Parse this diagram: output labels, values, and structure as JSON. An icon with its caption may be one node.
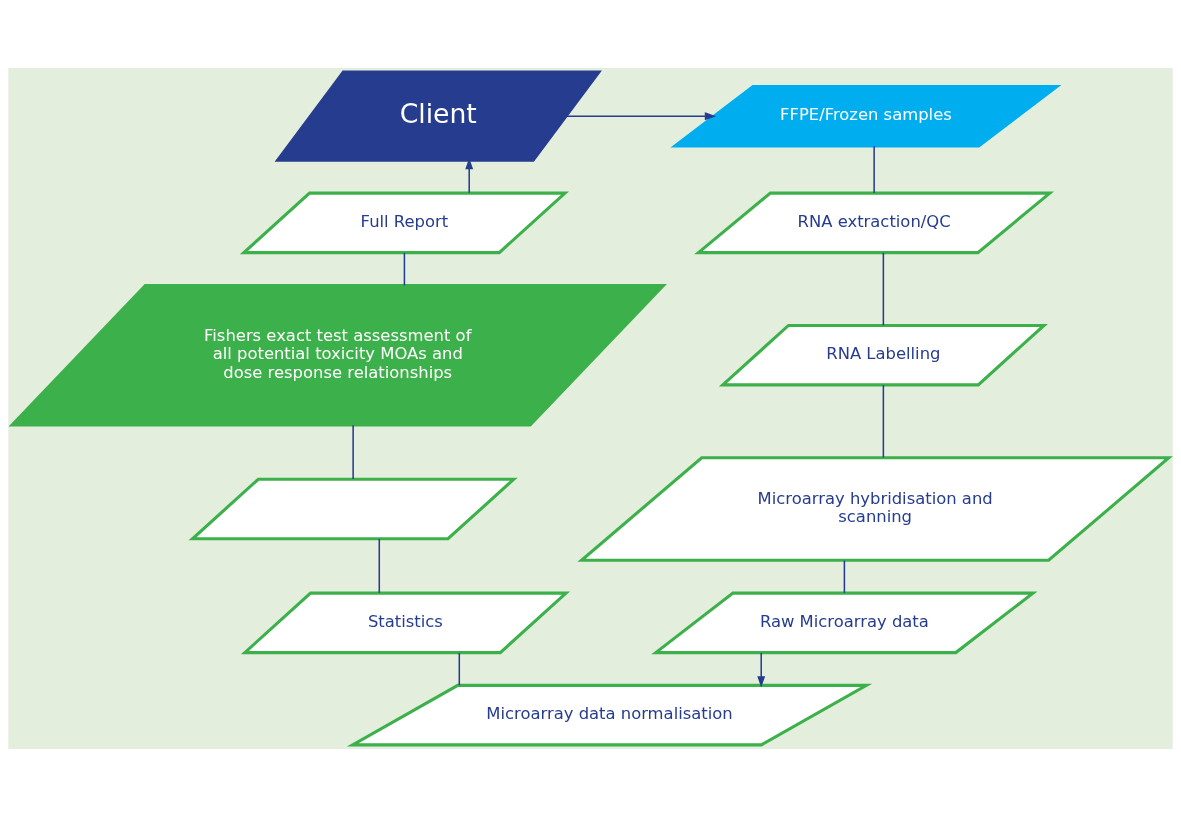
{
  "diagram": {
    "nodes": [
      {
        "text": [
          "Client"
        ]
      },
      {
        "text": [
          "FFPE/Frozen samples"
        ]
      },
      {
        "text": [
          "Full Report"
        ]
      },
      {
        "text": [
          "RNA extraction/QC"
        ]
      },
      {
        "text": [
          "Fishers exact test assessment of all potential toxicity MOAs and dose response relationships"
        ]
      },
      {
        "text": [
          "RNA Labelling"
        ]
      },
      {
        "text": [
          "Microarray hybridisation and scanning"
        ]
      },
      {
        "text": [],
        "shape": "parallelogram"
      },
      {
        "text": [
          "Raw Microarray data"
        ]
      },
      {
        "text": [
          "Statistics"
        ]
      },
      {
        "text": [
          "Microarray data normalisation"
        ]
      }
    ],
    "edges": [
      {
        "from": 0,
        "to": 1,
        "arrow": "to"
      },
      {
        "from": 1,
        "to": 3,
        "arrow": "none"
      },
      {
        "from": 3,
        "to": 5,
        "arrow": "none"
      },
      {
        "from": 5,
        "to": 6,
        "arrow": "none"
      },
      {
        "from": 6,
        "to": 8,
        "arrow": "none"
      },
      {
        "from": 8,
        "to": 10,
        "arrow": "to"
      },
      {
        "from": 9,
        "to": 10,
        "arrow": "none"
      },
      {
        "from": 7,
        "to": 9,
        "arrow": "none"
      },
      {
        "from": 4,
        "to": 7,
        "arrow": "none"
      },
      {
        "from": 2,
        "to": 4,
        "arrow": "none"
      },
      {
        "from": 2,
        "to": 0,
        "arrow": "to"
      }
    ]
  }
}
